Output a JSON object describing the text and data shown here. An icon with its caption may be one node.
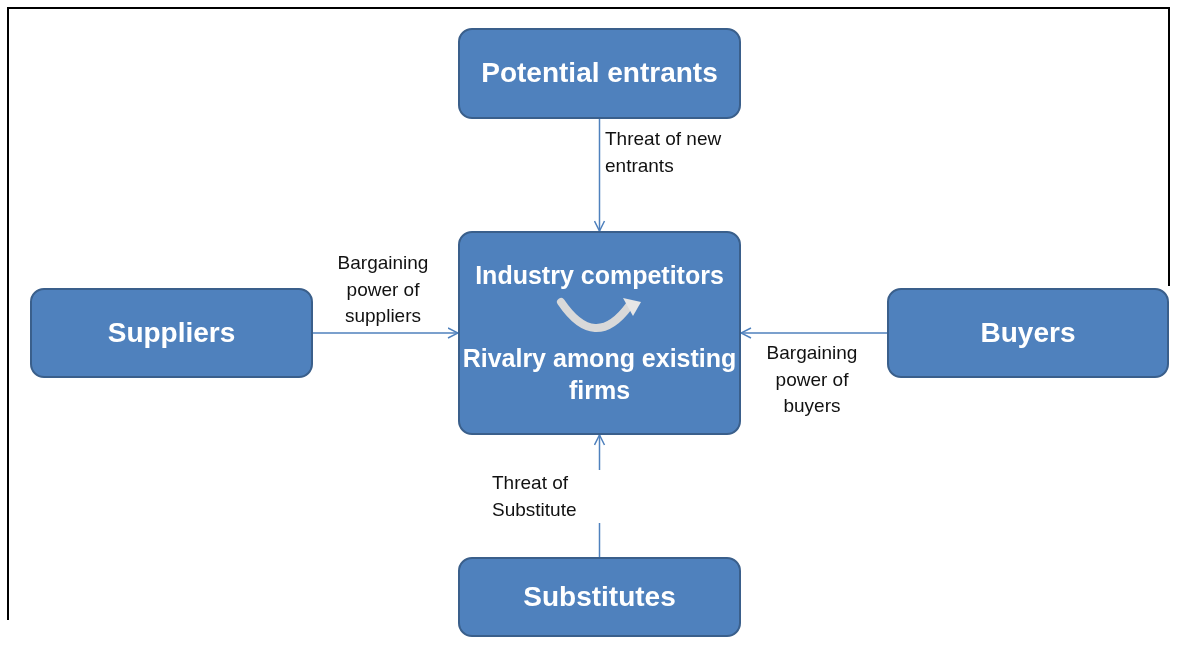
{
  "diagram": {
    "nodes": [
      {
        "text": [
          "Potential entrants"
        ]
      },
      {
        "text": [
          "Suppliers"
        ]
      },
      {
        "text": [
          "Industry competitors",
          "Rivalry among existing firms"
        ]
      },
      {
        "text": [
          "Buyers"
        ]
      },
      {
        "text": [
          "Substitutes"
        ]
      }
    ],
    "edges": [
      {
        "from": 0,
        "to": 2,
        "arrow": "to",
        "label": "Threat of new entrants"
      },
      {
        "from": 1,
        "to": 2,
        "arrow": "to",
        "label": "Bargaining power of suppliers"
      },
      {
        "from": 3,
        "to": 2,
        "arrow": "to",
        "label": "Bargaining power of buyers"
      },
      {
        "from": 4,
        "to": 2,
        "arrow": "to",
        "label": "Threat of Substitute"
      }
    ]
  }
}
